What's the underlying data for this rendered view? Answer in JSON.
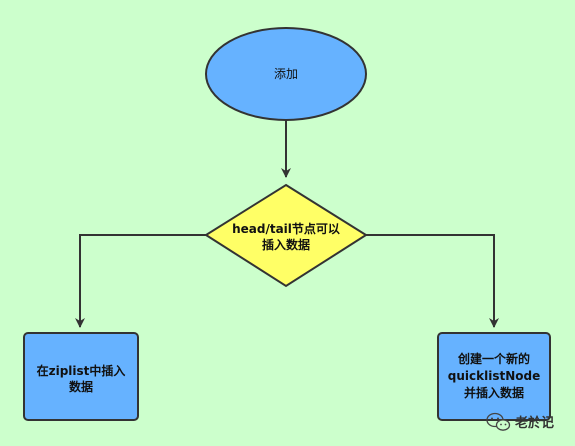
{
  "diagram": {
    "start_node": {
      "label": "添加"
    },
    "decision_node": {
      "line1": "head/tail节点可以",
      "line2": "插入数据"
    },
    "left_node": {
      "line1": "在ziplist中插入",
      "line2": "数据"
    },
    "right_node": {
      "line1": "创建一个新的",
      "line2": "quicklistNode",
      "line3": "并插入数据"
    }
  },
  "watermark": {
    "text": "老於记",
    "icon": "wechat-icon"
  },
  "colors": {
    "background": "#ccffcc",
    "node_fill": "#66b2ff",
    "decision_fill": "#ffff66",
    "stroke": "#333333"
  }
}
